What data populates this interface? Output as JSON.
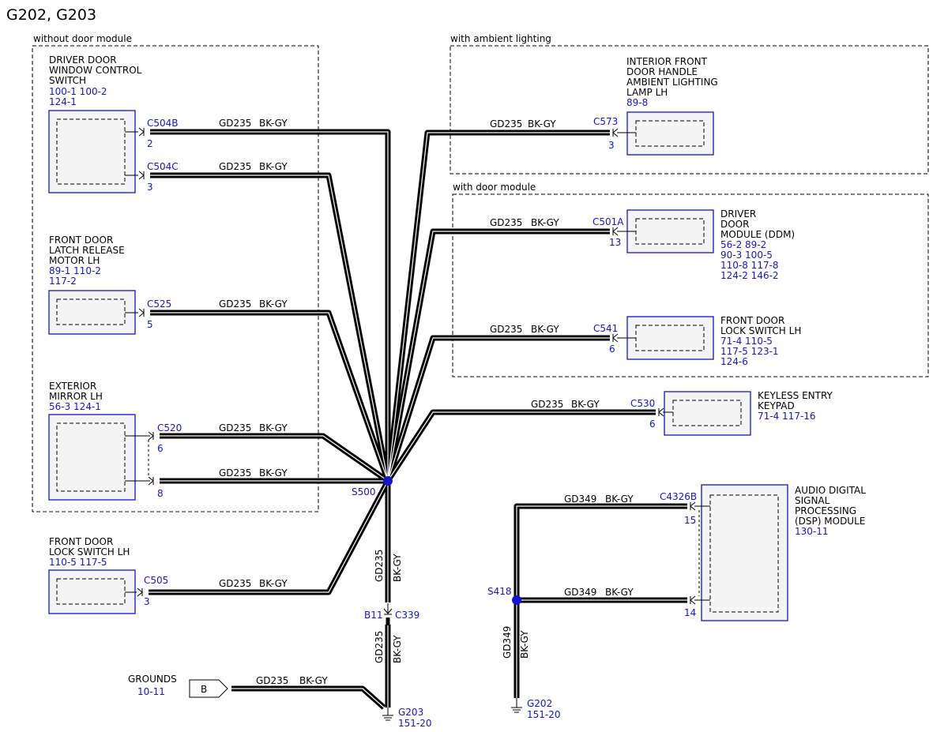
{
  "title": "G202, G203",
  "regions": {
    "without_door_module": "without door module",
    "with_ambient_lighting": "with ambient lighting",
    "with_door_module": "with door module"
  },
  "wire": {
    "circuit": "GD235",
    "color": "BK-GY",
    "circuit2": "GD349"
  },
  "components": {
    "ddwcs": {
      "name": [
        "DRIVER DOOR",
        "WINDOW CONTROL",
        "SWITCH"
      ],
      "refs": [
        "100-1   100-2",
        "124-1"
      ]
    },
    "fdlrm": {
      "name": [
        "FRONT DOOR",
        "LATCH RELEASE",
        "MOTOR LH"
      ],
      "refs": [
        "89-1   110-2",
        "117-2"
      ]
    },
    "mirror": {
      "name": [
        "EXTERIOR",
        "MIRROR LH"
      ],
      "refs": [
        "56-3    124-1"
      ]
    },
    "fdls_left": {
      "name": [
        "FRONT DOOR",
        "LOCK SWITCH LH"
      ],
      "refs": [
        "110-5   117-5"
      ]
    },
    "lamp": {
      "name": [
        "INTERIOR FRONT",
        "DOOR HANDLE",
        "AMBIENT LIGHTING",
        "LAMP LH"
      ],
      "refs": [
        "89-8"
      ]
    },
    "ddm": {
      "name": [
        "DRIVER",
        "DOOR",
        "MODULE (DDM)"
      ],
      "refs": [
        "56-2     89-2",
        "90-3     100-5",
        "110-8   117-8",
        "124-2   146-2"
      ]
    },
    "fdls_right": {
      "name": [
        "FRONT DOOR",
        "LOCK SWITCH LH"
      ],
      "refs": [
        "71-4     110-5",
        "117-5   123-1",
        "124-6"
      ]
    },
    "keypad": {
      "name": [
        "KEYLESS ENTRY",
        "KEYPAD"
      ],
      "refs": [
        "71-4      117-16"
      ]
    },
    "dsp": {
      "name": [
        "AUDIO DIGITAL",
        "SIGNAL",
        "PROCESSING",
        "(DSP) MODULE"
      ],
      "refs": [
        "130-11"
      ]
    },
    "grounds": {
      "name": "GROUNDS",
      "ref": "10-11",
      "tag": "B"
    }
  },
  "connectors": {
    "c504b": {
      "id": "C504B",
      "pin": "2"
    },
    "c504c": {
      "id": "C504C",
      "pin": "3"
    },
    "c525": {
      "id": "C525",
      "pin": "5"
    },
    "c520a": {
      "id": "C520",
      "pin": "6"
    },
    "c520b": {
      "pin": "8"
    },
    "c505": {
      "id": "C505",
      "pin": "3"
    },
    "c573": {
      "id": "C573",
      "pin": "3"
    },
    "c501a": {
      "id": "C501A",
      "pin": "13"
    },
    "c541": {
      "id": "C541",
      "pin": "6"
    },
    "c530": {
      "id": "C530",
      "pin": "6"
    },
    "c4326b": {
      "id": "C4326B",
      "pin_top": "15",
      "pin_bottom": "14"
    },
    "b11": {
      "id": "B11"
    },
    "c339": {
      "id": "C339"
    }
  },
  "splices": {
    "s500": "S500",
    "s418": "S418"
  },
  "grounds_pts": {
    "g203": {
      "id": "G203",
      "ref": "151-20"
    },
    "g202": {
      "id": "G202",
      "ref": "151-20"
    }
  },
  "colors": {
    "accent": "#1414d2",
    "wire": "#000000",
    "box_fill": "#f4f4f4"
  }
}
